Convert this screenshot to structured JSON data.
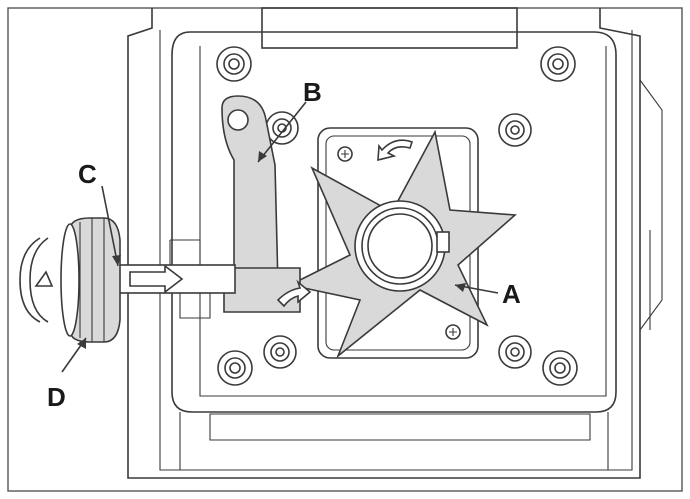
{
  "labels": {
    "a": "A",
    "b": "B",
    "c": "C",
    "d": "D"
  },
  "colors": {
    "line": "#3a3a3a",
    "part_fill": "#d9d9d9",
    "background": "#ffffff"
  },
  "icons": [
    "rotation-arrow-icon",
    "push-arrow-icon",
    "rotation-arrow-icon",
    "curved-arrow-icon"
  ]
}
